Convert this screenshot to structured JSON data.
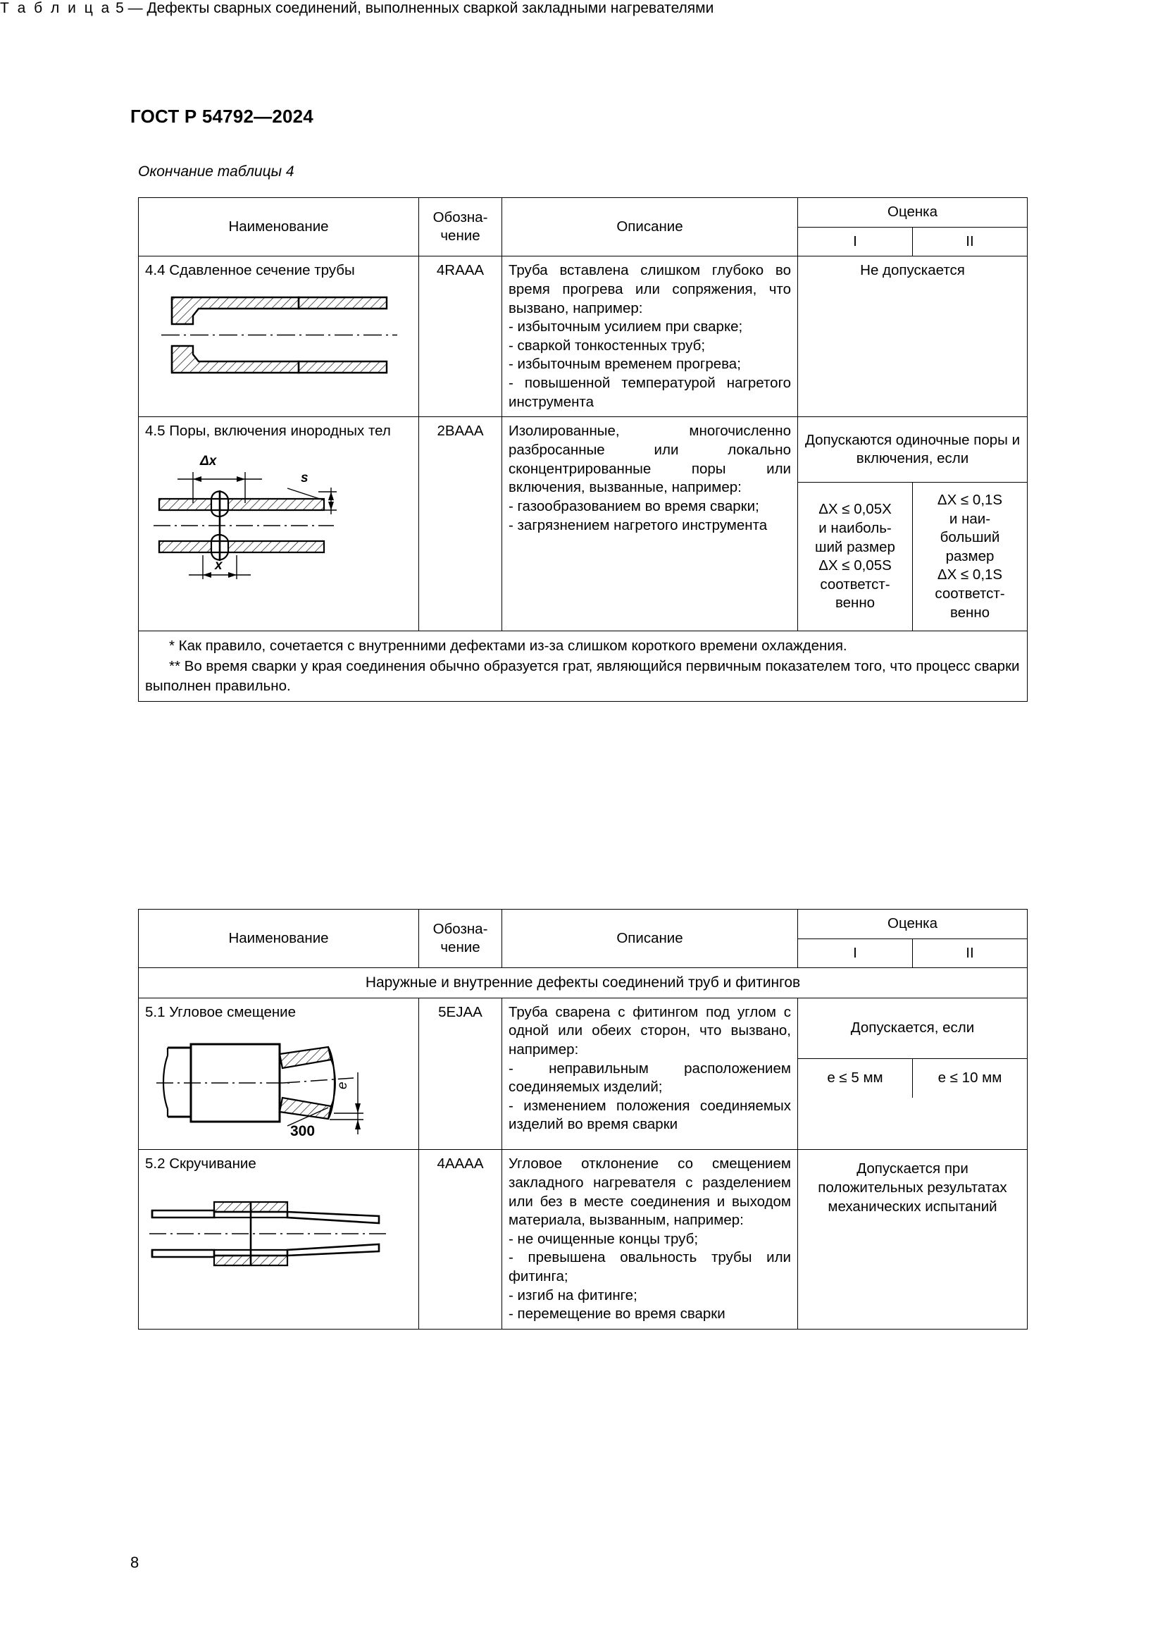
{
  "document": {
    "standard_header": "ГОСТ Р 54792—2024",
    "page_number": "8"
  },
  "table4": {
    "caption": "Окончание таблицы 4",
    "columns": {
      "name": "Наименование",
      "designation": "Обозна-\nчение",
      "designation_line1": "Обозна-",
      "designation_line2": "чение",
      "description": "Описание",
      "evaluation": "Оценка",
      "eval_1": "I",
      "eval_2": "II"
    },
    "rows": [
      {
        "name": "4.4  Сдавленное сечение трубы",
        "designation": "4RAAA",
        "description_lines": [
          "Труба вставлена слишком глубоко во время прогрева или сопряжения, что вызвано, например:",
          "- избыточным усилием при сварке;",
          "- сваркой тонкостенных труб;",
          "- избыточным временем прогрева;",
          "- повышенной температурой нагретого инструмента"
        ],
        "evaluation_merged": "Не допускается",
        "figure": "squeezed-pipe-section-drawing"
      },
      {
        "name": "4.5  Поры, включения инородных тел",
        "designation": "2BAAA",
        "description_lines": [
          "Изолированные, многочисленно разбросанные или локально сконцентрированные поры или включения, вызванные, например:",
          "- газообразованием во время сварки;",
          "- загрязнением нагретого инструмента"
        ],
        "evaluation_header": "Допускаются одиночные поры и включения, если",
        "evaluation_1_lines": [
          "ΔX ≤ 0,05X",
          "и наиболь-",
          "ший размер",
          "ΔX ≤ 0,05S",
          "соответст-",
          "венно"
        ],
        "evaluation_2_lines": [
          "ΔX ≤ 0,1S",
          "и наи-",
          "больший",
          "размер",
          "ΔX ≤ 0,1S",
          "соответст-",
          "венно"
        ],
        "figure": "pores-inclusions-drawing",
        "figure_labels": [
          "Δx",
          "s",
          "x"
        ]
      }
    ],
    "notes": [
      "*  Как правило, сочетается с внутренними дефектами из-за слишком короткого времени охлаждения.",
      "**  Во время сварки у края соединения обычно образуется грат, являющийся первичным показателем того, что процесс сварки выполнен правильно."
    ]
  },
  "table5": {
    "caption_label": "Т а б л и ц а",
    "caption_number": "5",
    "caption_dash": "—",
    "caption_text": "Дефекты сварных соединений, выполненных сваркой закладными нагревателями",
    "columns": {
      "name": "Наименование",
      "designation_line1": "Обозна-",
      "designation_line2": "чение",
      "description": "Описание",
      "evaluation": "Оценка",
      "eval_1": "I",
      "eval_2": "II"
    },
    "section_header": "Наружные и внутренние дефекты соединений труб и фитингов",
    "rows": [
      {
        "name": "5.1  Угловое смещение",
        "designation": "5EJAA",
        "description_lines": [
          "Труба сварена с фитингом под углом с одной или обеих сторон, что вызвано, например:",
          "- неправильным расположением соединяемых изделий;",
          "- изменением положения соединяемых изделий во время сварки"
        ],
        "evaluation_header": "Допускается, если",
        "evaluation_1": "e ≤ 5 мм",
        "evaluation_2": "e ≤ 10 мм",
        "figure": "angular-offset-drawing",
        "figure_labels": [
          "e",
          "300"
        ]
      },
      {
        "name": "5.2  Скручивание",
        "designation": "4AAAA",
        "description_lines": [
          "Угловое отклонение со смещением закладного нагревателя с разделением или без в месте соединения и выходом материала, вызванным, например:",
          "- не очищенные концы труб;",
          "- превышена овальность трубы или фитинга;",
          "- изгиб на фитинге;",
          "- перемещение во время сварки"
        ],
        "evaluation_merged": "Допускается при положительных результатах механических испытаний",
        "figure": "twisting-drawing"
      }
    ]
  }
}
